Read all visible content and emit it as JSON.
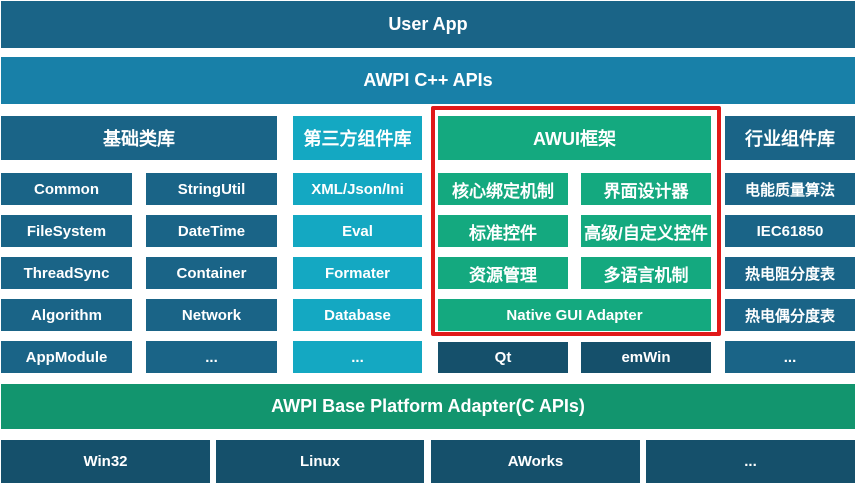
{
  "layers": {
    "user_app": "User App",
    "cpp_apis": "AWPI C++ APIs",
    "platform_adapter": "AWPI Base Platform Adapter(C APIs)"
  },
  "columns": {
    "base_lib": {
      "title": "基础类库",
      "left": [
        "Common",
        "FileSystem",
        "ThreadSync",
        "Algorithm",
        "AppModule"
      ],
      "right": [
        "StringUtil",
        "DateTime",
        "Container",
        "Network",
        "..."
      ]
    },
    "third_party": {
      "title": "第三方组件库",
      "items": [
        "XML/Json/Ini",
        "Eval",
        "Formater",
        "Database",
        "..."
      ]
    },
    "awui": {
      "title": "AWUI框架",
      "left": [
        "核心绑定机制",
        "标准控件",
        "资源管理"
      ],
      "right": [
        "界面设计器",
        "高级/自定义控件",
        "多语言机制"
      ],
      "adapter": "Native GUI Adapter",
      "backends": [
        "Qt",
        "emWin"
      ]
    },
    "industry": {
      "title": "行业组件库",
      "items": [
        "电能质量算法",
        "IEC61850",
        "热电阻分度表",
        "热电偶分度表",
        "..."
      ]
    }
  },
  "os": [
    "Win32",
    "Linux",
    "AWorks",
    "..."
  ],
  "colors": {
    "dark_blue": "#1a6487",
    "teal": "#14a8c2",
    "green": "#14a97f",
    "navy": "#15506b",
    "highlight_border": "#e11919"
  }
}
